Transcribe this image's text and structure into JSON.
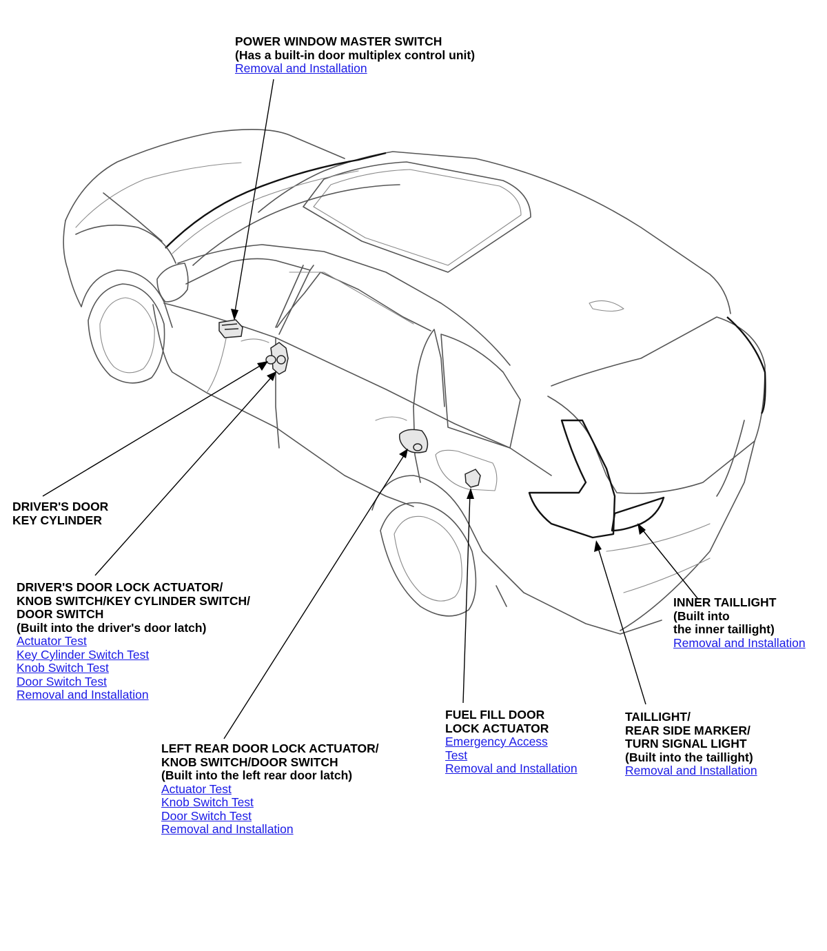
{
  "callouts": {
    "power_window": {
      "title_lines": [
        "POWER WINDOW MASTER SWITCH",
        "(Has a built-in door multiplex control unit)"
      ],
      "links": [
        "Removal and Installation"
      ]
    },
    "key_cylinder": {
      "title_lines": [
        "DRIVER'S DOOR",
        "KEY CYLINDER"
      ],
      "links": []
    },
    "driver_lock": {
      "title_lines": [
        "DRIVER'S DOOR LOCK ACTUATOR/",
        "KNOB SWITCH/KEY CYLINDER SWITCH/",
        "DOOR SWITCH",
        "(Built into the driver's door latch)"
      ],
      "links": [
        "Actuator Test",
        "Key Cylinder Switch Test",
        "Knob Switch Test",
        "Door Switch Test",
        "Removal and Installation"
      ]
    },
    "rear_lock": {
      "title_lines": [
        "LEFT REAR DOOR LOCK ACTUATOR/",
        "KNOB SWITCH/DOOR SWITCH",
        "(Built into the left rear door latch)"
      ],
      "links": [
        "Actuator Test",
        "Knob Switch Test",
        "Door Switch Test",
        "Removal and Installation"
      ]
    },
    "fuel_door": {
      "title_lines": [
        "FUEL FILL DOOR",
        "LOCK ACTUATOR"
      ],
      "links": [
        "Emergency Access",
        "Test",
        "Removal and Installation"
      ]
    },
    "taillight": {
      "title_lines": [
        "TAILLIGHT/",
        "REAR SIDE MARKER/",
        "TURN SIGNAL LIGHT",
        "(Built into the taillight)"
      ],
      "links": [
        "Removal and Installation"
      ]
    },
    "inner_taillight": {
      "title_lines": [
        "INNER TAILLIGHT",
        "(Built into",
        "the inner taillight)"
      ],
      "links": [
        "Removal and Installation"
      ]
    }
  },
  "colors": {
    "link": "#1a1ae6",
    "text": "#000000",
    "line_art": "#555555"
  }
}
